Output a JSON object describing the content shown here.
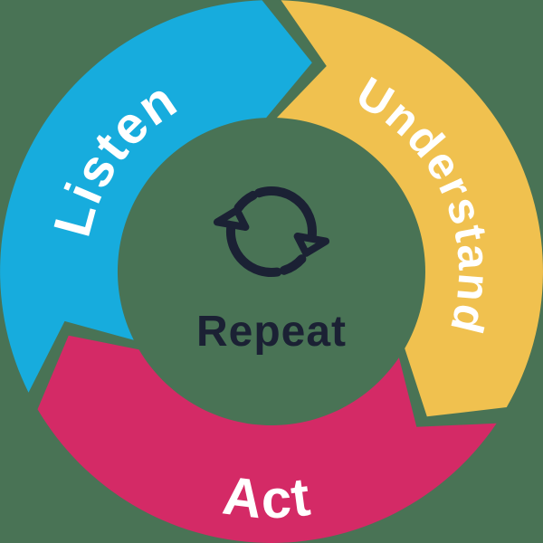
{
  "background_color": "#497355",
  "diagram": {
    "type": "cycle",
    "direction": "clockwise",
    "text_color": "#ffffff",
    "segments": [
      {
        "label": "Listen",
        "color": "#17acdd"
      },
      {
        "label": "Understand",
        "color": "#f0c14f"
      },
      {
        "label": "Act",
        "color": "#d42a66"
      }
    ],
    "center": {
      "label": "Repeat",
      "icon": "repeat-cycle-icon",
      "color": "#1b2134"
    }
  }
}
